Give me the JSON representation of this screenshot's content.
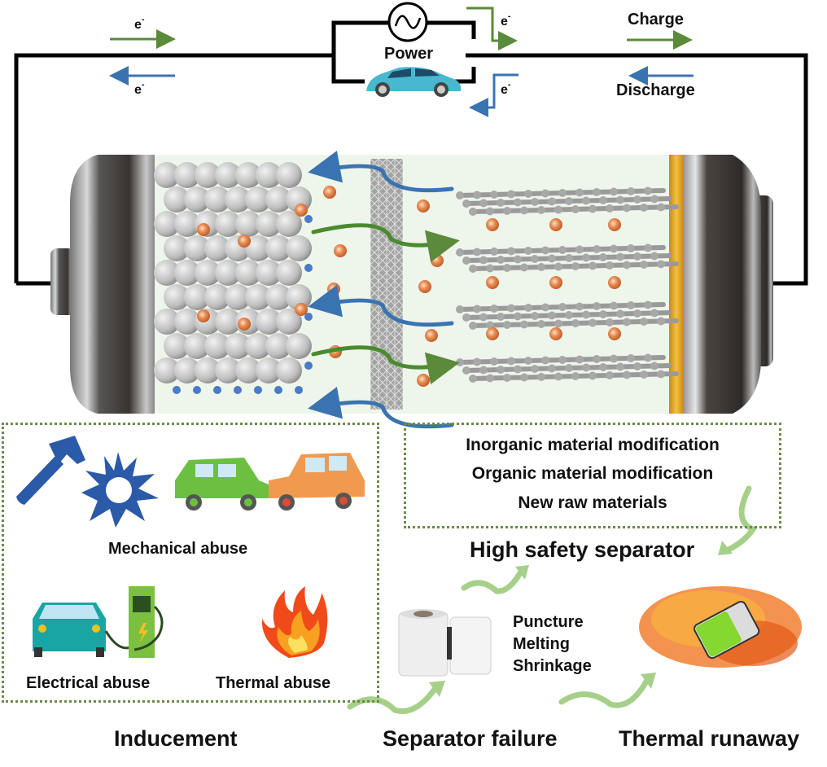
{
  "circuit": {
    "electron_label": "e",
    "electron_sup": "-",
    "power_label": "Power",
    "charge_label": "Charge",
    "discharge_label": "Discharge",
    "colors": {
      "charge": "#5a8a3a",
      "discharge": "#3a74b0",
      "wire": "#000000"
    }
  },
  "battery": {
    "cathode": "layered oxide spheres",
    "separator": "porous membrane",
    "anode": "graphite layers",
    "ion_color": "#e08850",
    "electrolyte_color": "#eef5ea",
    "cap_band_color": "#e0a820"
  },
  "inducement": {
    "title": "Inducement",
    "items": [
      {
        "label": "Mechanical abuse"
      },
      {
        "label": "Electrical abuse"
      },
      {
        "label": "Thermal abuse"
      }
    ]
  },
  "strategies": {
    "items": [
      "Inorganic material modification",
      "Organic material modification",
      "New raw materials"
    ],
    "title": "High safety separator"
  },
  "failure": {
    "title": "Separator failure",
    "modes": [
      "Puncture",
      "Melting",
      "Shrinkage"
    ]
  },
  "runaway": {
    "title": "Thermal runaway"
  }
}
